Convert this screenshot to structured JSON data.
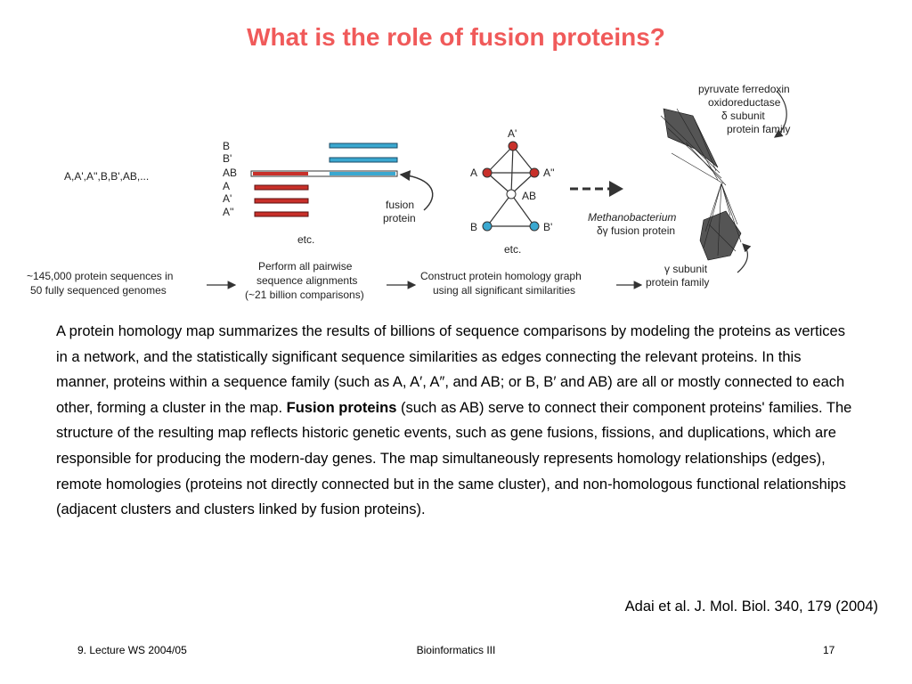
{
  "slide": {
    "title": "What is the role of fusion proteins?",
    "footer_left": "9. Lecture WS 2004/05",
    "footer_center": "Bioinformatics III",
    "footer_right": "17",
    "citation": "Adai et al. J. Mol. Biol. 340, 179 (2004)"
  },
  "figure": {
    "seq_list": "A,A',A'',B,B',AB,...",
    "alignment_labels": [
      "B",
      "B'",
      "AB",
      "A",
      "A'",
      "A''"
    ],
    "fusion_label_line1": "fusion",
    "fusion_label_line2": "protein",
    "etc_left": "etc.",
    "etc_right": "etc.",
    "graph_nodes": {
      "a_prime": "A'",
      "a": "A",
      "a_dprime": "A''",
      "ab": "AB",
      "b": "B",
      "b_prime": "B'"
    },
    "step1_line1": "~145,000 protein sequences in",
    "step1_line2": "50 fully sequenced genomes",
    "step2_line1": "Perform all pairwise",
    "step2_line2": "sequence alignments",
    "step2_line3": "(~21 billion comparisons)",
    "step3_line1": "Construct protein homology graph",
    "step3_line2": "using all significant similarities",
    "map_top_line1": "pyruvate ferredoxin",
    "map_top_line2": "oxidoreductase",
    "map_top_line3": "δ subunit",
    "map_top_line4": "protein family",
    "map_mid_line1": "Methanobacterium",
    "map_mid_line2": "δγ fusion protein",
    "map_bottom_line1": "γ subunit",
    "map_bottom_line2": "protein family"
  },
  "body": {
    "para_1": "A protein homology map summarizes the results of billions of sequence comparisons by modeling the proteins as vertices in a network, and the statistically significant sequence similarities as edges connecting the relevant proteins. In this manner, proteins within a sequence family (such as A, A′, A″, and AB; or B, B′ and AB) are all or mostly connected to each other, forming a cluster in the map.",
    "bold_term": "Fusion proteins",
    "para_2": " (such as AB) serve to connect their component proteins' families. The structure of the resulting map reflects historic genetic events, such as gene fusions, fissions, and duplications, which are responsible for producing the modern-day genes. The map simultaneously represents homology relationships (edges), remote homologies (proteins not directly connected but in the same cluster), and non-homologous functional relationships (adjacent clusters and clusters linked by fusion proteins)."
  },
  "colors": {
    "title": "#f05a5a",
    "protein_a": "#c8302a",
    "protein_b": "#3aa8d0",
    "graph_edge": "#333333"
  }
}
